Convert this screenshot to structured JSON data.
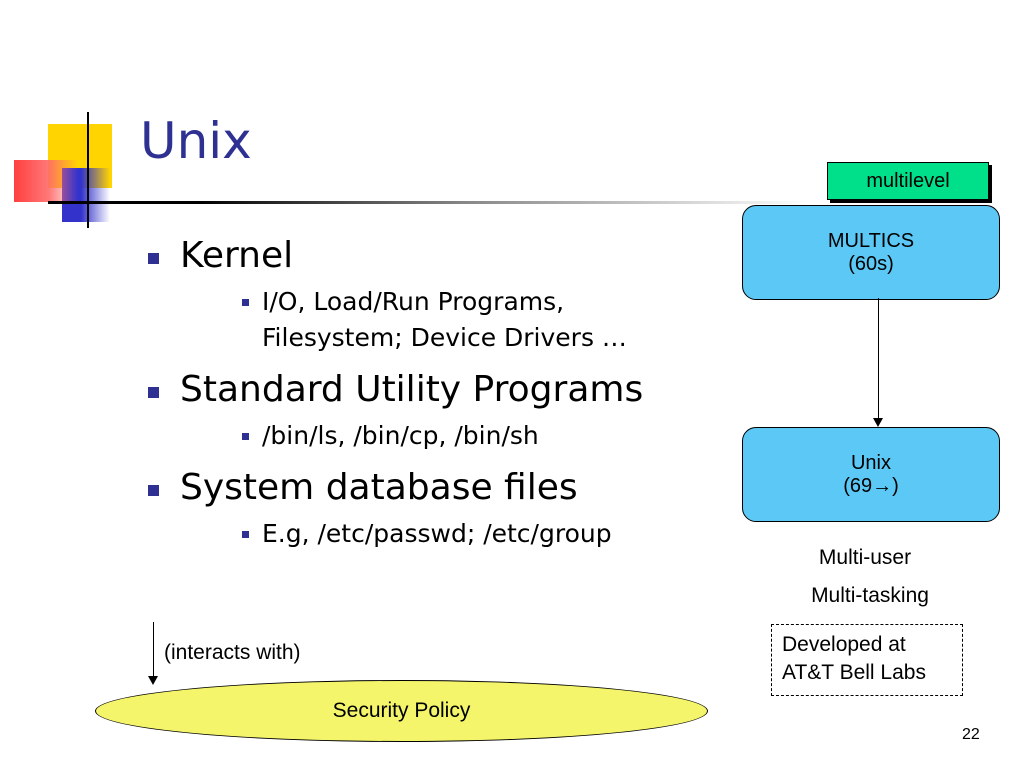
{
  "slide": {
    "title": "Unix",
    "page_number": "22",
    "bullets": [
      {
        "text": "Kernel",
        "sub": [
          "I/O, Load/Run Programs,",
          "Filesystem; Device Drivers …"
        ]
      },
      {
        "text": "Standard Utility Programs",
        "sub": [
          "/bin/ls, /bin/cp, /bin/sh"
        ]
      },
      {
        "text": "System database files",
        "sub": [
          "E.g, /etc/passwd; /etc/group"
        ]
      }
    ],
    "diagram": {
      "tag": "multilevel",
      "multics": {
        "name": "MULTICS",
        "era": "(60s)"
      },
      "unix": {
        "name": "Unix",
        "era": "(69→)"
      },
      "features": [
        "Multi-user",
        "Multi-tasking"
      ],
      "developed": [
        "Developed at",
        "AT&T Bell Labs"
      ]
    },
    "interacts_label": "(interacts with)",
    "security_policy": "Security Policy"
  }
}
